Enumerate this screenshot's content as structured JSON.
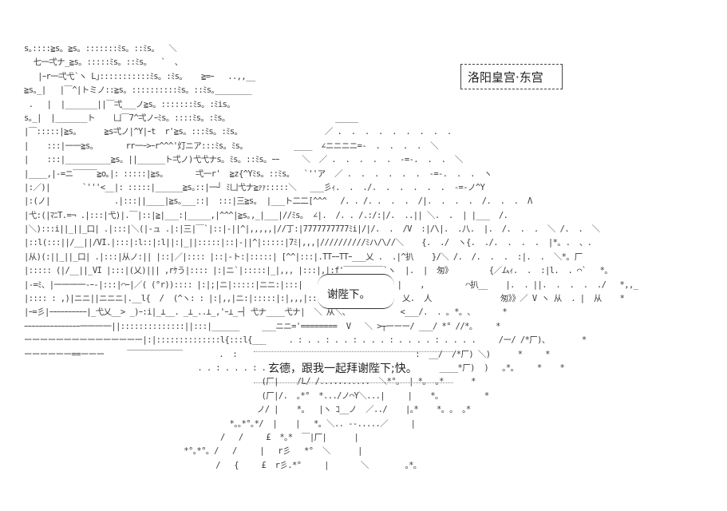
{
  "scene": {
    "location_label": "洛阳皇宫·东宫",
    "speech_bubble_text": "谢陛下。",
    "dialogue_text": "玄德，跟我一起拜谢陛下;快。"
  },
  "art_lines": [
    "s｡::::≧s｡ ≧s｡ :::::::ﾐs｡ ::ﾐs｡   ＼",
    "  七一弌ナ_≧s｡ :::::ﾐs｡ ::ﾐs｡   `  、",
    "   |ｰr一弌弋`ヽ L｣:::::::::::ﾐs｡ :ﾐs｡    ≧=ｰ   ..,,__",
    "≧s｡_|   |￣^|トミノ::≧s｡ ::::::::::ﾐs｡ ::ﾐs｡________",
    " .   |  |_______||￣弌___ノ≧s｡ :::::::ﾐs｡ :ﾐis｡",
    "s｡_|  |_______ト    凵￣7^弌ノｰﾐs｡ ::::ﾐs｡ :ﾐs｡                        _____",
    "|￣:::::|≧s｡      ≧s弌ノ|^Y|ｰt  r'≧s｡ :::ﾐs｡ :ﾐs｡                   ／ .  .  .  .  .  .  .  .  .",
    "|    :::|一一≧s｡       rr一ｰ>ｰr^^^'灯ニア:::ﾐs｡ ﾐs｡           ____  ∠ニニニニ=-  .  .  .  .  ＼",
    "|    :::|__________≧s｡ ||______ト弌ノ)弋弋ナs｡ ﾐs｡ ::ﾐs｡ ｰｰ     ＼  ／ .  .  .  .  .  -=-.  .  .  ＼",
    "|____,|-=ニ￣￣￣≧o｡|: :::::|≧s｡       弌一r'  ≧z{^Yﾐs｡ ::ﾐs｡   `''ア  ／ .  .  .  .  .  .  -=-.  .  .  ヽ",
    "|:／)|       `'''<__|: :::::|______≧s｡::|一┘ ﾐ凵弋ナ≧ｧｧ:::::＼   ___彡ｨ.  .  ./.  .  .  .  .  .  -=-ノ^Y",
    "|:(ノ|              .|:::||____|≧s｡___::|  :::|三≧s｡  |___ト二二[^^^   /. . /. .  .  .  /|.  .  .  .  /.  .  .  Λ",
    "|弋:(|ﾏﾆT.=¬ .|:::|弋)|.￣|::|≧|___:|_____,|^^^|≧s｡,_|___|//ﾐs｡  ∠|.  /. . /.:/:|/.  ..|| ＼.  .  | |___  /.",
    "|＼):::i||_||_口| .|:::|＼(|-ュ .|:|三|￣`|::|-||^|,,,,,|//丁:|7777777777ﾐi|/|/.  .  /V  :|/\\|.  .八.  |.  /.  .  .  ＼ /.  .  ＼",
    "|::l(:::||/__||/VI.|:::|:l::|:l||:|_||:::::|::|-||^|:::::|7ﾐ|,,,|//////////ﾐハ/\\//＼    {.  ./  ヽ{.  ./.  .  .  .  |*｡ .  、.",
    "|从)(:||_||_口| .|:::|从ノ:|| |::|／|:::: |::|-ト:|:::::| [^^|:::|.TTｰｰTTｰ___乂 .  .|^扒    }/＼ /.  /.  .  .  :|.  .  ＼*｡ 厂",
    "|::::: (|/__||_VI |:::|(乂)||| ,rｹう|:::: |:|ニ`|:::::|_|,,, |:::|,|:f'￣￣￣￣￣`ヽ  |.  |  匆》        {／ムｨ.  .  :|l.  . ⌒`   *｡",
    "|-=ﾐ、|一一一一-ｰ-|:::|⌒ｰ|／( (°r)):::: |:|;|ニ|:::::|ニニ:|:::|   |            |.＼ |    ,         ⌒扒__    |.  . ||.  .  .  .  ./   *,,_",
    "|:::: : ,)|ニニ||ニニニ|.__l{  /  (^ヽ: : |:|,,|ニ:|:::::|:|,,,|:::|,,   ヽ          乂.  人               匆》》／ V ヽ 从  . |  从    *",
    "|ｰ=彡|ｰｰｰｰｰｰｰｰｰｰ|_弋乂__> _)ｰ:i|_⊥__. _⊥_..⊥_,'ｰ⊥_ｰ┤ 弋ナ____弋ナ|  ＼ 从＼、           <___/.  . ｡ *｡ 、      *",
    "ｰｰｰｰｰｰｰｰｰｰｰｰｰｰｰ一一一一||::::::::::::::||:::|______     ___ニニ='========  V   ＼ >┬ーーー/ ___/ *° //*｡     *",
    "ーーーーーーーーーーーーーーー|:|::::::::::::::l{:::l{___     . : . . : . . : . . . : . . . . : . . . .     /ー/ /*厂)、       *",
    "ーーーーーー==ーーー     ￣￣￣￣￣￣￣        .  :                                       :  __/  /*厂) ＼)      *     *",
    "                                      . . : . . . : . . . . : . . . . : . . . . : . .      ____*厂)  )   ｡*｡     *    *",
    "                                                    (厂|    /L/ /...........  ＼*°｡  | *｡  ｡*      *",
    "                                                    (厂|/.  ｡*°  *.../ノ⌒Y＼...|     |    *｡          *",
    "                                                   ノ/ |    *｡   |ヽ ｺ__ノ  ／../    |｡*    *｡ ｡  ｡*",
    "                                             *｡｡*°｡*/  |    |   *｡ ＼.. ‐‐.....／     |",
    "                                           /   /     £  *｡*  ￣|厂|      |",
    "                                   *°｡*°｡ /   /     |   r彡   *°  ＼      |",
    "                                          /   {     £  r彡.*°     |       ＼        ｡*｡"
  ]
}
